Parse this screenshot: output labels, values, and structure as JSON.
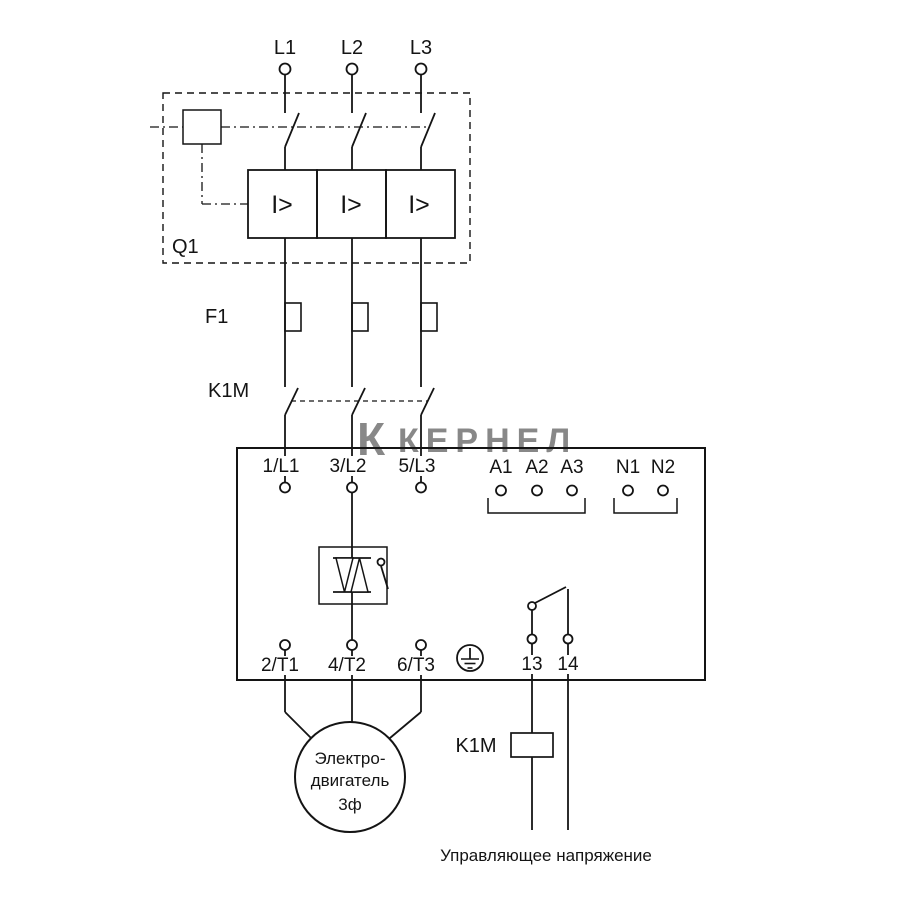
{
  "diagram": {
    "title_phases": [
      "L1",
      "L2",
      "L3"
    ],
    "breaker": {
      "label": "Q1",
      "trip_symbol": "I>"
    },
    "fuse": {
      "label": "F1"
    },
    "contactor": {
      "label": "K1M"
    },
    "starter": {
      "inputs": [
        "1/L1",
        "3/L2",
        "5/L3"
      ],
      "control": [
        "A1",
        "A2",
        "A3"
      ],
      "neutral": [
        "N1",
        "N2"
      ],
      "outputs": [
        "2/T1",
        "4/T2",
        "6/T3"
      ],
      "relay": [
        "13",
        "14"
      ]
    },
    "coil": {
      "label": "K1M"
    },
    "motor": {
      "lines": [
        "Электро-",
        "двигатель",
        "3ф"
      ]
    },
    "control_voltage": "Управляющее напряжение",
    "watermark": {
      "logo": "К",
      "text": "КЕРНЕЛ",
      "logo_color": "#F2A71B",
      "text_color": "#C3C9CF"
    }
  }
}
